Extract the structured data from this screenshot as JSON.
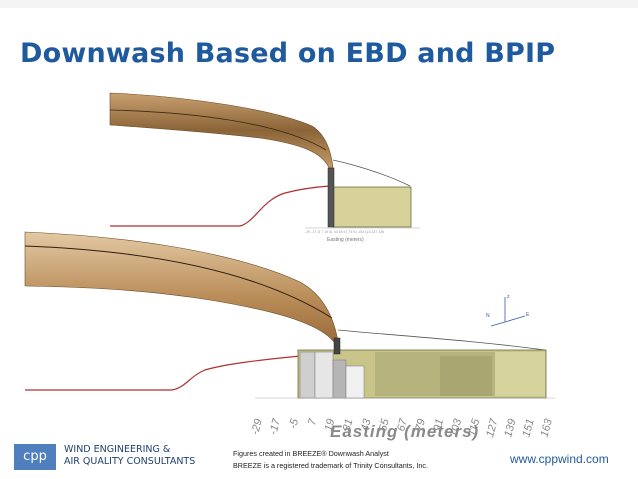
{
  "slide": {
    "title": "Downwash Based on EBD and BPIP"
  },
  "figure_top": {
    "axis_label": "Easting (meters)"
  },
  "figure_bottom": {
    "axis_label": "Easting (meters)",
    "tick_labels": [
      "-29",
      "-17",
      "-5",
      "7",
      "19",
      "31",
      "43",
      "55",
      "67",
      "79",
      "91",
      "103",
      "115",
      "127",
      "139",
      "151",
      "163"
    ],
    "axes_labels": [
      "z",
      "N",
      "E"
    ]
  },
  "credits": {
    "line1": "Figures created in BREEZE® Downwash Analyst",
    "line2": "BREEZE is a registered trademark of Trinity Consultants, Inc."
  },
  "footer": {
    "logo_text": "cpp",
    "company_line1": "WIND ENGINEERING &",
    "company_line2": "AIR QUALITY CONSULTANTS",
    "website": "www.cppwind.com"
  },
  "colors": {
    "title": "#1f5a9e",
    "plume": "#b98c58",
    "building": "#d6d29a"
  }
}
